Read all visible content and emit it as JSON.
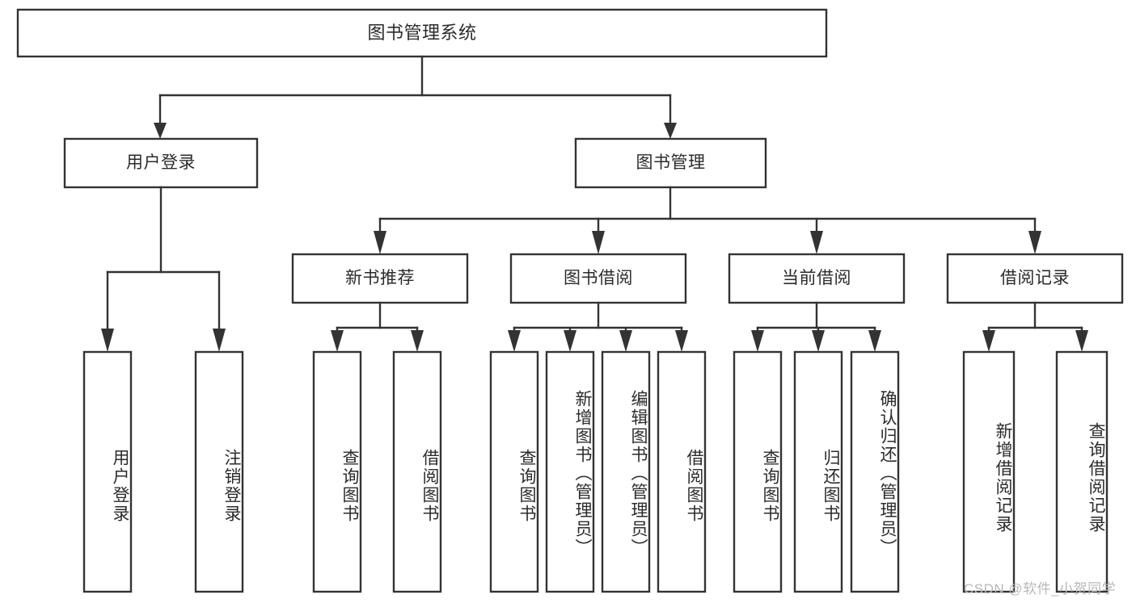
{
  "diagram": {
    "title": "图书管理系统",
    "type": "tree-hierarchy-chart",
    "root": {
      "label": "图书管理系统"
    },
    "level1": [
      {
        "label": "用户登录"
      },
      {
        "label": "图书管理"
      }
    ],
    "level2": [
      {
        "label": "新书推荐",
        "parent": "图书管理"
      },
      {
        "label": "图书借阅",
        "parent": "图书管理"
      },
      {
        "label": "当前借阅",
        "parent": "图书管理"
      },
      {
        "label": "借阅记录",
        "parent": "图书管理"
      }
    ],
    "leaves": {
      "user_login": [
        {
          "label": "用户登录"
        },
        {
          "label": "注销登录"
        }
      ],
      "new_book_recommend": [
        {
          "label": "查询图书"
        },
        {
          "label": "借阅图书"
        }
      ],
      "book_borrow": [
        {
          "label": "查询图书"
        },
        {
          "label": "新增图书（管理员）"
        },
        {
          "label": "编辑图书（管理员）"
        },
        {
          "label": "借阅图书"
        }
      ],
      "current_borrow": [
        {
          "label": "查询图书"
        },
        {
          "label": "归还图书"
        },
        {
          "label": "确认归还（管理员）"
        }
      ],
      "borrow_record": [
        {
          "label": "新增借阅记录"
        },
        {
          "label": "查询借阅记录"
        }
      ]
    }
  },
  "watermark": {
    "text": "CSDN @软件_小贺同学"
  },
  "colors": {
    "stroke": "#333333",
    "fill": "#ffffff",
    "text": "#2b2b2b",
    "watermark": "#b8b8b8",
    "background": "#ffffff"
  }
}
